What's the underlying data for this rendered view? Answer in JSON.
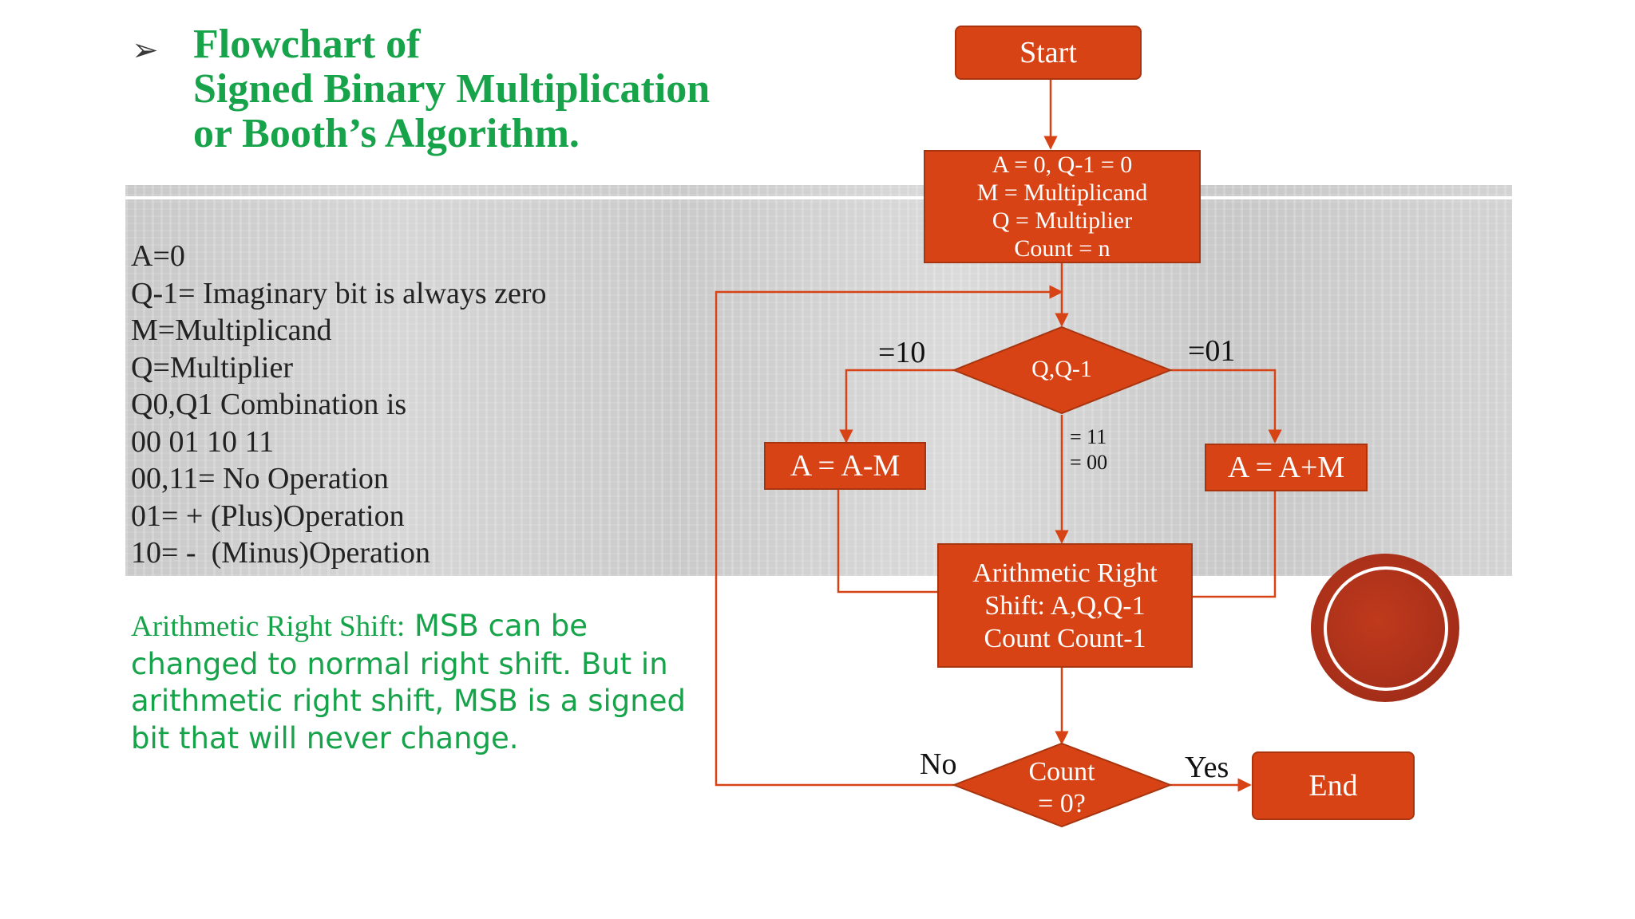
{
  "title": {
    "bullet": "➢",
    "lines": [
      "Flowchart of",
      "Signed Binary Multiplication",
      "or Booth’s Algorithm."
    ]
  },
  "definitions": [
    "A=0",
    "Q-1= Imaginary bit is always zero",
    "M=Multiplicand",
    "Q=Multiplier",
    "Q0,Q1 Combination is",
    "00 01 10 11",
    "00,11= No Operation",
    "01= + (Plus)Operation",
    "10= -  (Minus)Operation"
  ],
  "note": {
    "lead": "Arithmetic Right Shift:",
    "body": " MSB can be changed to normal right shift. But in arithmetic right shift, MSB is a signed bit that will never change."
  },
  "flowchart": {
    "start": "Start",
    "init": [
      "A = 0, Q-1 = 0",
      "M = Multiplicand",
      "Q = Multiplier",
      "Count = n"
    ],
    "decision_q": "Q,Q-1",
    "label_10": "=10",
    "label_01": "=01",
    "label_mid": [
      "= 11",
      "= 00"
    ],
    "sub": "A = A-M",
    "add": "A = A+M",
    "shift": [
      "Arithmetic Right",
      "Shift: A,Q,Q-1",
      "Count Count-1"
    ],
    "decision_count": [
      "Count",
      "= 0?"
    ],
    "label_no": "No",
    "label_yes": "Yes",
    "end": "End"
  },
  "colors": {
    "title_green": "#16a34a",
    "box_fill": "#d84315",
    "arrow": "#d84315",
    "band_grey": "#cfcfcf",
    "circle": "#a9301a"
  }
}
